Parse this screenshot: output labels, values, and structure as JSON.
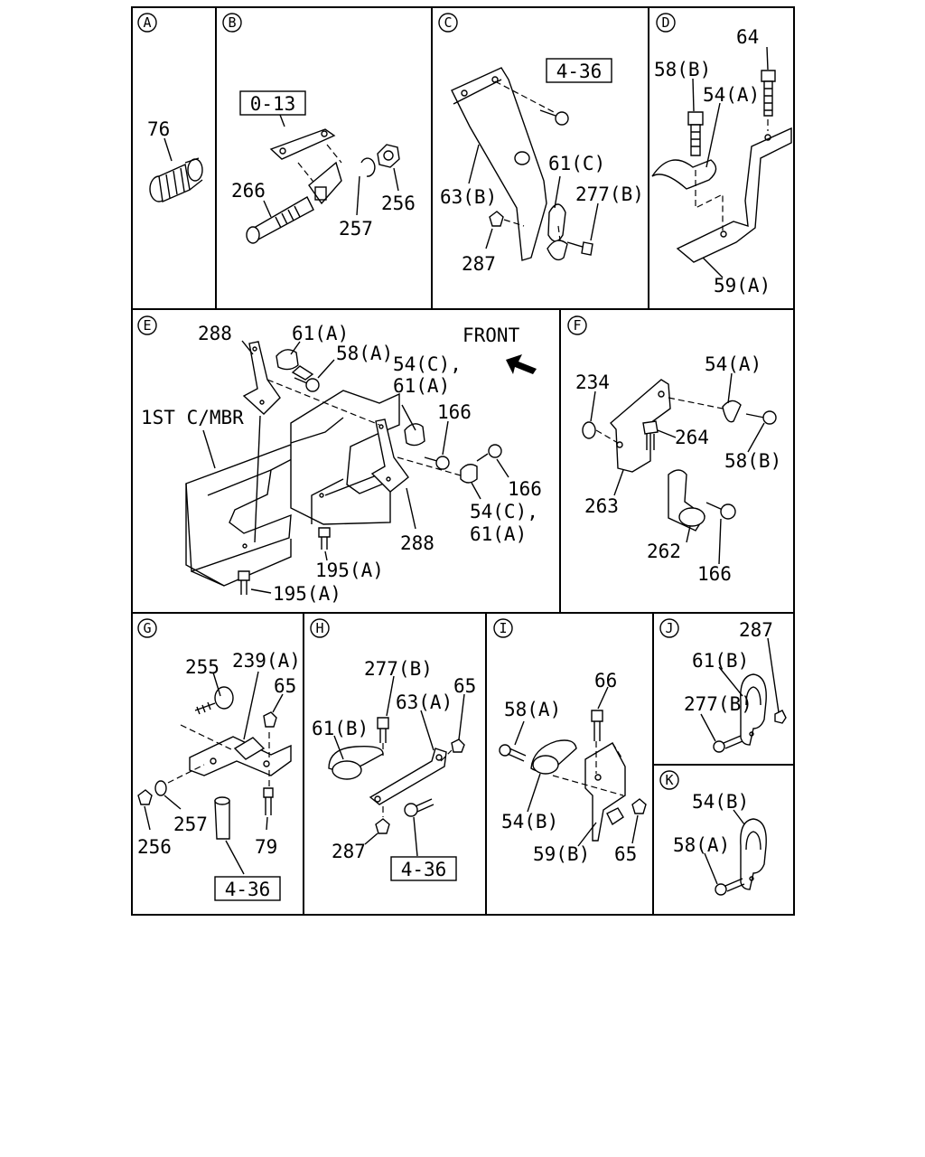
{
  "sections": {
    "A": {
      "id": "A",
      "labels": [
        "76"
      ]
    },
    "B": {
      "id": "B",
      "ref": "0-13",
      "labels": [
        "266",
        "257",
        "256"
      ]
    },
    "C": {
      "id": "C",
      "ref": "4-36",
      "labels": [
        "61(C)",
        "63(B)",
        "277(B)",
        "287"
      ]
    },
    "D": {
      "id": "D",
      "labels": [
        "64",
        "58(B)",
        "54(A)",
        "59(A)"
      ]
    },
    "E": {
      "id": "E",
      "front": "FRONT",
      "member": "1ST C/MBR",
      "labels": [
        "288",
        "61(A)",
        "58(A)",
        "54(C),",
        "61(A)",
        "166",
        "166",
        "54(C),",
        "61(A)",
        "288",
        "195(A)",
        "195(A)"
      ]
    },
    "F": {
      "id": "F",
      "labels": [
        "234",
        "54(A)",
        "264",
        "58(B)",
        "263",
        "262",
        "166"
      ]
    },
    "G": {
      "id": "G",
      "ref": "4-36",
      "labels": [
        "255",
        "239(A)",
        "65",
        "257",
        "256",
        "79"
      ]
    },
    "H": {
      "id": "H",
      "ref": "4-36",
      "labels": [
        "277(B)",
        "65",
        "63(A)",
        "61(B)",
        "287"
      ]
    },
    "I": {
      "id": "I",
      "labels": [
        "66",
        "58(A)",
        "54(B)",
        "59(B)",
        "65"
      ]
    },
    "J": {
      "id": "J",
      "labels": [
        "287",
        "61(B)",
        "277(B)"
      ]
    },
    "K": {
      "id": "K",
      "labels": [
        "54(B)",
        "58(A)"
      ]
    }
  }
}
